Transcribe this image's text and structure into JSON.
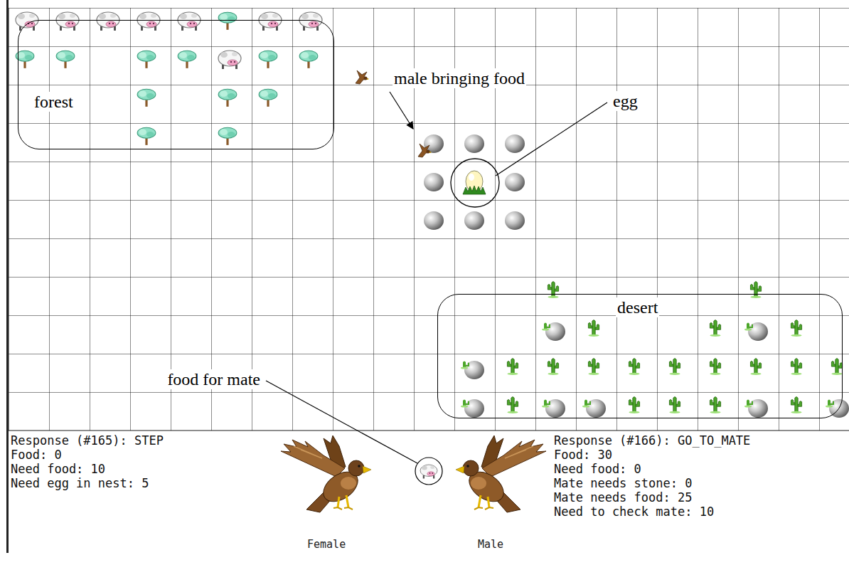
{
  "diagram": {
    "nodes": [
      {
        "text": [
          "forest"
        ]
      },
      {
        "text": [
          "desert"
        ]
      }
    ],
    "labels": [
      "male bringing food",
      "egg",
      "food for mate",
      "Response (#165): STEP",
      "Food: 0",
      "Need food: 10",
      "Need egg in nest: 5",
      "Female",
      "Male",
      "Response (#166): GO_TO_MATE",
      "Food: 30",
      "Need food: 0",
      "Mate needs stone: 0",
      "Mate needs food: 25",
      "Need to check mate: 10"
    ]
  }
}
